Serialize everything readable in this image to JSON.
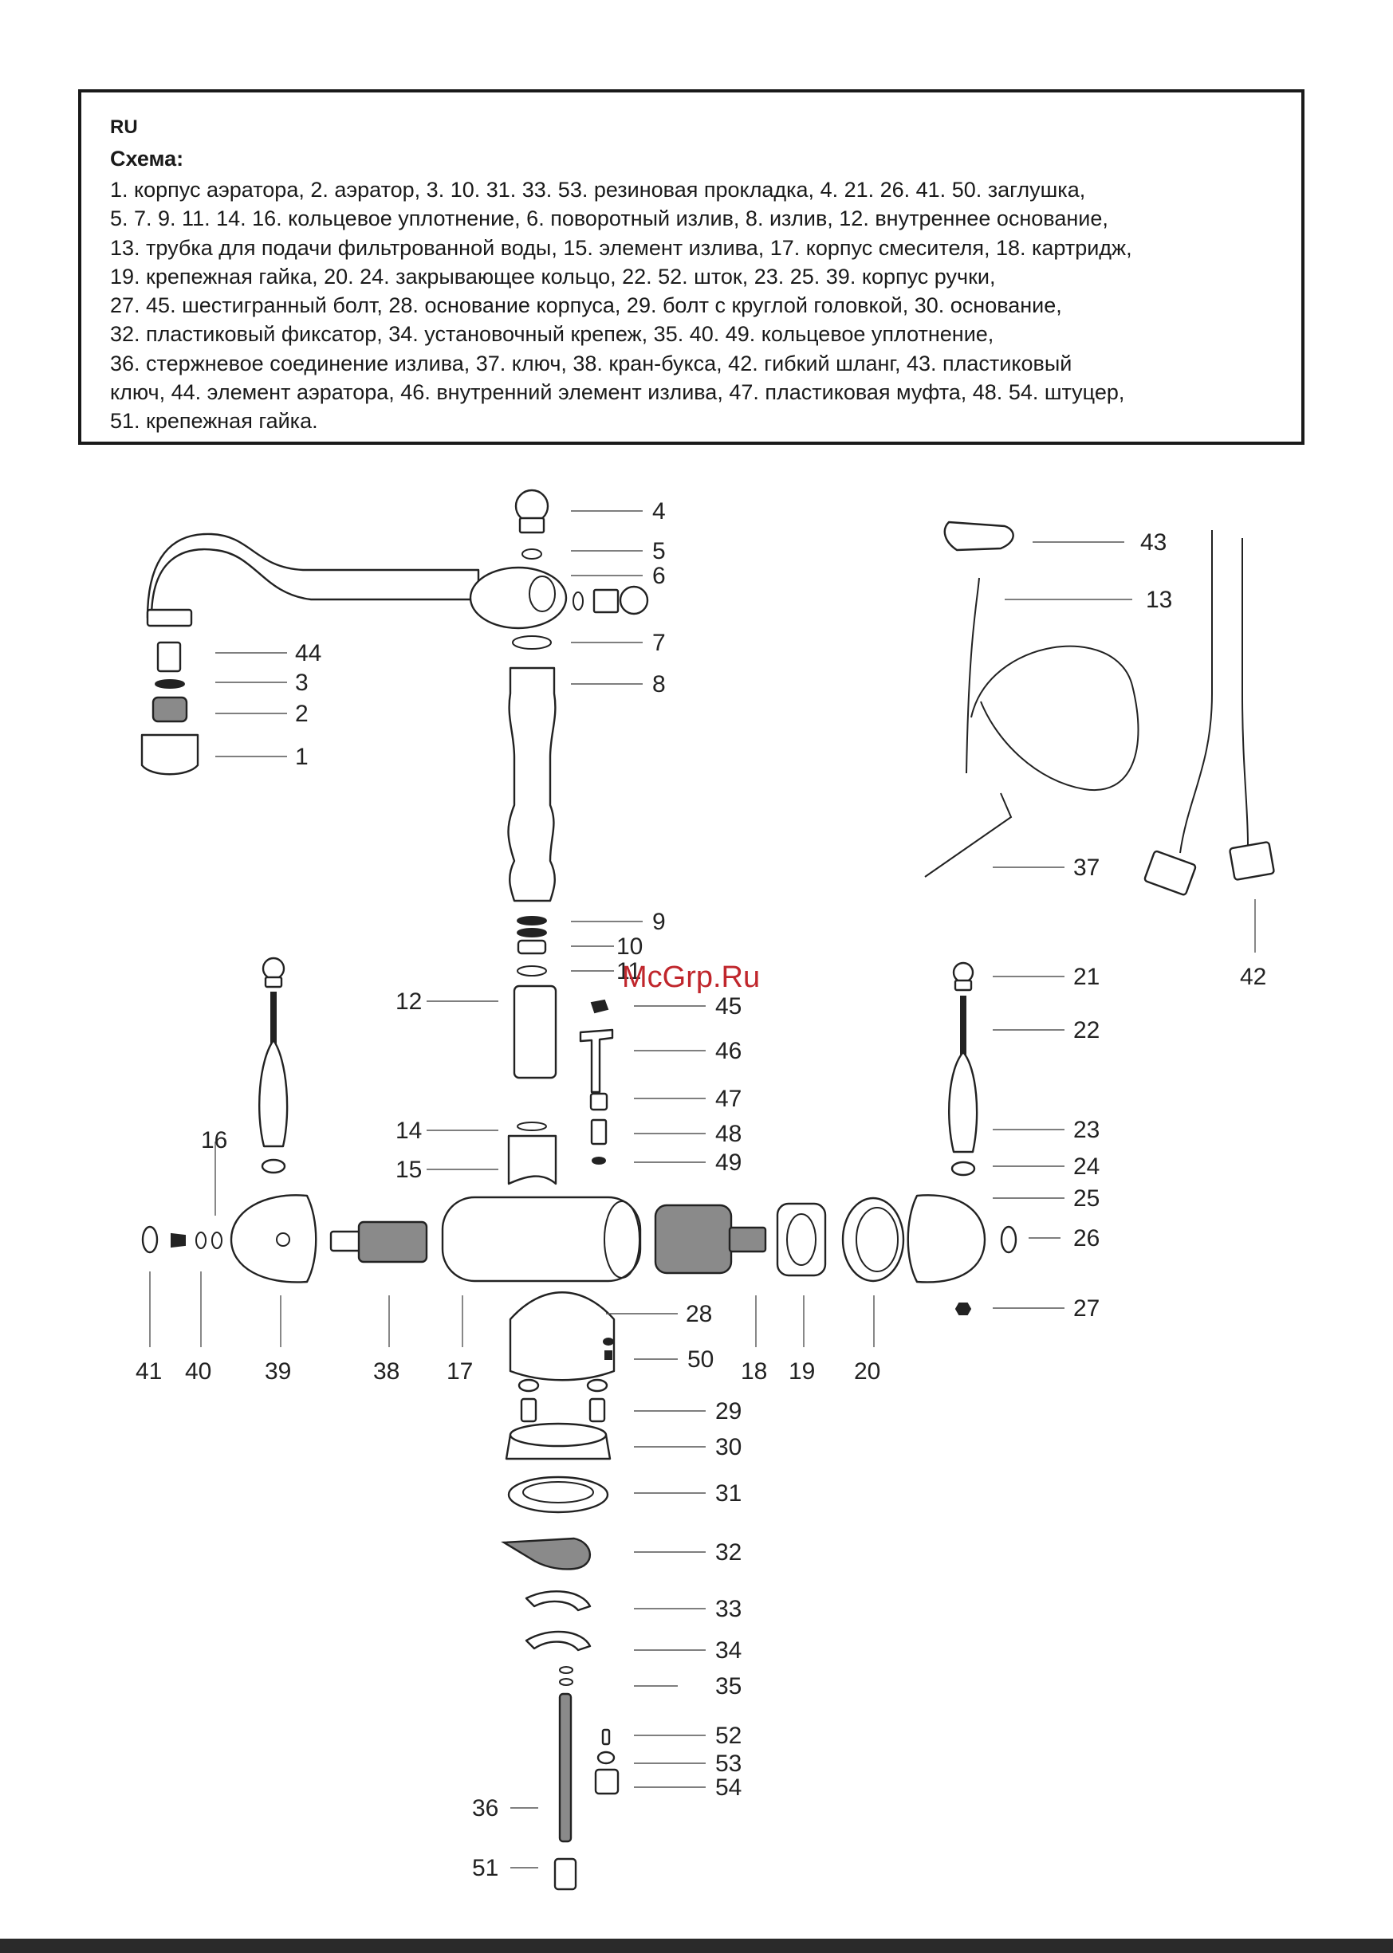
{
  "legend": {
    "lang": "RU",
    "title": "Схема:",
    "lines": [
      "1. корпус аэратора, 2. аэратор, 3. 10. 31. 33. 53. резиновая прокладка, 4. 21. 26. 41. 50. заглушка,",
      "5. 7. 9. 11. 14. 16. кольцевое уплотнение, 6. поворотный излив, 8. излив, 12. внутреннее основание,",
      "13. трубка для подачи фильтрованной воды, 15. элемент излива, 17. корпус смесителя, 18. картридж,",
      "19. крепежная гайка, 20. 24. закрывающее кольцо, 22. 52. шток, 23. 25. 39. корпус ручки,",
      "27. 45. шестигранный болт, 28. основание корпуса, 29. болт с круглой головкой, 30. основание,",
      "32. пластиковый фиксатор, 34. установочный крепеж, 35. 40. 49. кольцевое уплотнение,",
      "36. стержневое соединение излива, 37. ключ, 38. кран-букса, 42. гибкий шланг, 43. пластиковый",
      "ключ, 44. элемент аэратора, 46. внутренний элемент излива, 47. пластиковая муфта, 48. 54. штуцер,",
      "51. крепежная гайка."
    ]
  },
  "watermark": "McGrp.Ru",
  "callouts": [
    {
      "n": "1"
    },
    {
      "n": "2"
    },
    {
      "n": "3"
    },
    {
      "n": "4"
    },
    {
      "n": "5"
    },
    {
      "n": "6"
    },
    {
      "n": "7"
    },
    {
      "n": "8"
    },
    {
      "n": "9"
    },
    {
      "n": "10"
    },
    {
      "n": "11"
    },
    {
      "n": "12"
    },
    {
      "n": "13"
    },
    {
      "n": "14"
    },
    {
      "n": "15"
    },
    {
      "n": "16"
    },
    {
      "n": "17"
    },
    {
      "n": "18"
    },
    {
      "n": "19"
    },
    {
      "n": "20"
    },
    {
      "n": "21"
    },
    {
      "n": "22"
    },
    {
      "n": "23"
    },
    {
      "n": "24"
    },
    {
      "n": "25"
    },
    {
      "n": "26"
    },
    {
      "n": "27"
    },
    {
      "n": "28"
    },
    {
      "n": "29"
    },
    {
      "n": "30"
    },
    {
      "n": "31"
    },
    {
      "n": "32"
    },
    {
      "n": "33"
    },
    {
      "n": "34"
    },
    {
      "n": "35"
    },
    {
      "n": "36"
    },
    {
      "n": "37"
    },
    {
      "n": "38"
    },
    {
      "n": "39"
    },
    {
      "n": "40"
    },
    {
      "n": "41"
    },
    {
      "n": "42"
    },
    {
      "n": "43"
    },
    {
      "n": "44"
    },
    {
      "n": "45"
    },
    {
      "n": "46"
    },
    {
      "n": "47"
    },
    {
      "n": "48"
    },
    {
      "n": "49"
    },
    {
      "n": "50"
    },
    {
      "n": "51"
    },
    {
      "n": "52"
    },
    {
      "n": "53"
    },
    {
      "n": "54"
    }
  ]
}
